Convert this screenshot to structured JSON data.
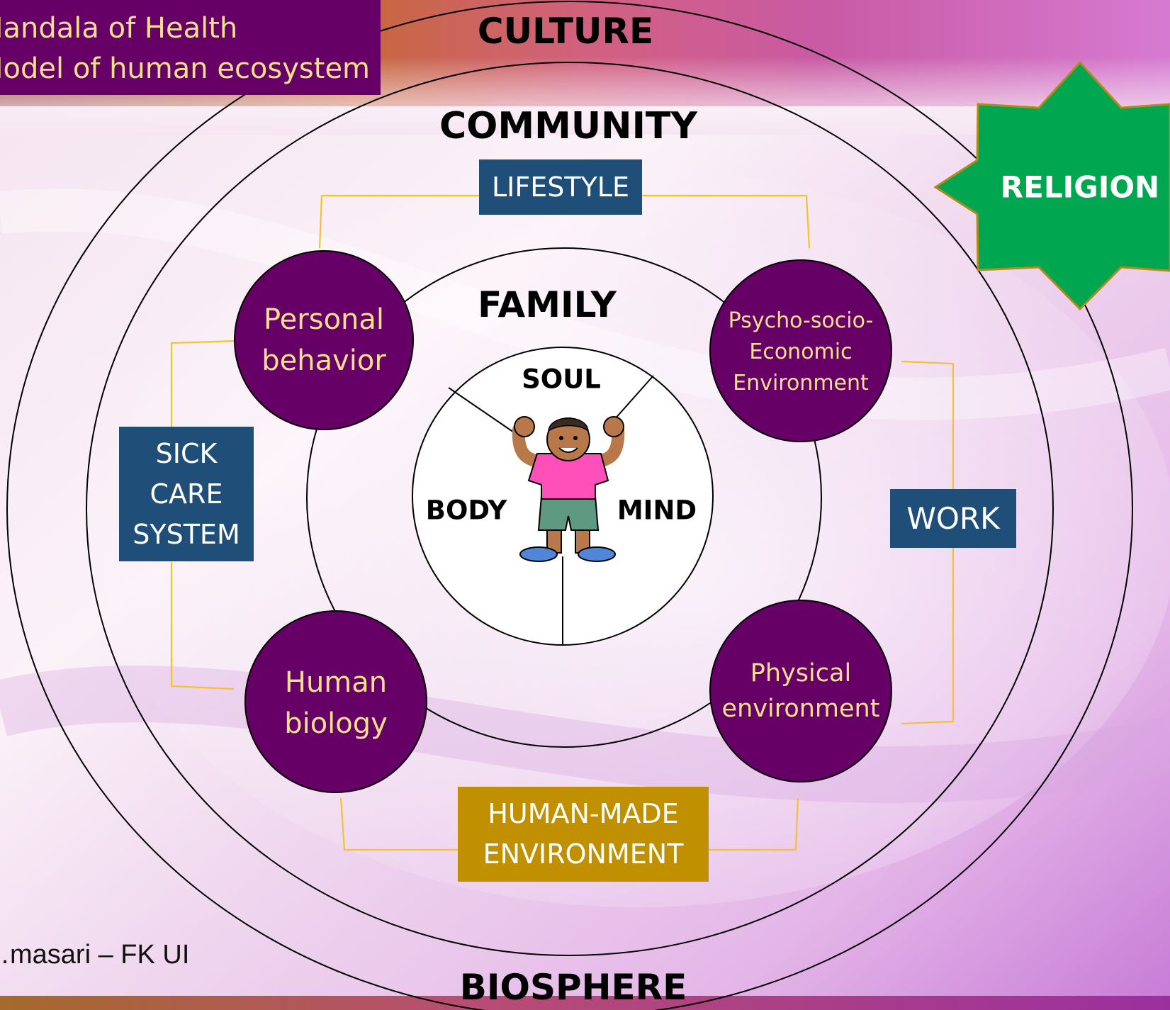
{
  "title": {
    "line1": "Mandala of Health",
    "line2": "Model of human ecosystem"
  },
  "footer": "…masari – FK UI",
  "rings": {
    "outer": "CULTURE",
    "outer_bottom": "BIOSPHERE",
    "community": "COMMUNITY",
    "family": "FAMILY"
  },
  "center": {
    "soul": "SOUL",
    "body": "BODY",
    "mind": "MIND"
  },
  "boxes": {
    "lifestyle": "LIFESTYLE",
    "sick_care": [
      "SICK",
      "CARE",
      "SYSTEM"
    ],
    "work": "WORK",
    "human_made": [
      "HUMAN-MADE",
      "ENVIRONMENT"
    ],
    "religion": "RELIGION"
  },
  "nodes": {
    "personal": [
      "Personal",
      "behavior"
    ],
    "psycho": [
      "Psycho-socio-",
      "Economic",
      "Environment"
    ],
    "biology": [
      "Human",
      "biology"
    ],
    "physical": [
      "Physical",
      "environment"
    ]
  },
  "colors": {
    "node_fill": "#660066",
    "node_text": "#f3e08e",
    "blue_box": "#1f4e79",
    "gold_box": "#c09000",
    "religion_star": "#00a650",
    "connector": "#f2c232"
  }
}
